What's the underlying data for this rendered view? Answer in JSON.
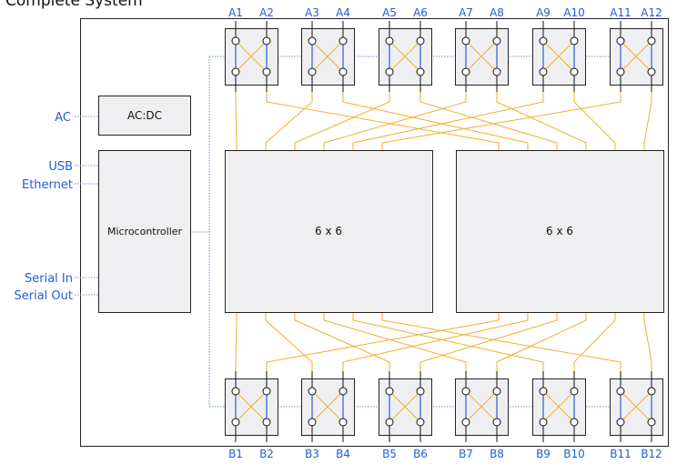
{
  "title": "Complete System",
  "colors": {
    "block_fill": "#efeff1",
    "block_stroke": "#222222",
    "orange_wire": "#f2ae2a",
    "blue_wire": "#2a5fd6",
    "label_blue": "#1f5fd6",
    "dotted_wire": "#6f8fd6"
  },
  "external_labels": {
    "ac": "AC",
    "usb": "USB",
    "ethernet": "Ethernet",
    "serial_in": "Serial In",
    "serial_out": "Serial Out"
  },
  "blocks": {
    "acdc": "AC:DC",
    "micro": "Microcontroller",
    "matrix_left": "6 x 6",
    "matrix_right": "6 x 6"
  },
  "top_ports": [
    "A1",
    "A2",
    "A3",
    "A4",
    "A5",
    "A6",
    "A7",
    "A8",
    "A9",
    "A10",
    "A11",
    "A12"
  ],
  "bottom_ports": [
    "B1",
    "B2",
    "B3",
    "B4",
    "B5",
    "B6",
    "B7",
    "B8",
    "B9",
    "B10",
    "B11",
    "B12"
  ]
}
